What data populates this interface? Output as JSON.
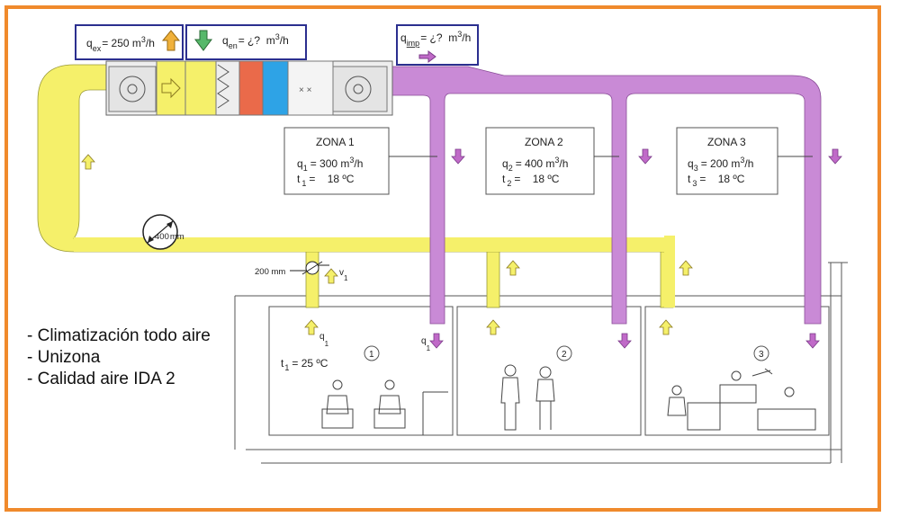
{
  "callouts": {
    "exhaust": {
      "q": "q",
      "sub": "ex",
      "value": "= 250 m",
      "sup": "3",
      "unit": "/h"
    },
    "entry": {
      "q": "q",
      "sub": "en",
      "value": "= ¿?  m",
      "sup": "3",
      "unit": "/h"
    },
    "supply": {
      "q": "q",
      "sub": "imp",
      "value": "= ¿?  m",
      "sup": "3",
      "unit": "/h"
    }
  },
  "zones": [
    {
      "title": "ZONA 1",
      "q_label": "q",
      "q_sub": "1",
      "q_value": "= 300 m",
      "q_sup": "3",
      "q_unit": "/h",
      "t_label": "t",
      "t_sub": "1",
      "t_value": "=    18 ºC"
    },
    {
      "title": "ZONA 2",
      "q_label": "q",
      "q_sub": "2",
      "q_value": "= 400 m",
      "q_sup": "3",
      "q_unit": "/h",
      "t_label": "t",
      "t_sub": "2",
      "t_value": "=    18 ºC"
    },
    {
      "title": "ZONA 3",
      "q_label": "q",
      "q_sub": "3",
      "q_value": "= 200 m",
      "q_sup": "3",
      "q_unit": "/h",
      "t_label": "t",
      "t_sub": "3",
      "t_value": "=    18 ºC"
    }
  ],
  "duct": {
    "diameter_main": "400",
    "diameter_main_unit": "mm",
    "diameter_branch": "200 mm",
    "velocity_label": "v",
    "velocity_sub": "1"
  },
  "room1": {
    "q_label": "q",
    "q_sub": "1",
    "t_label": "t",
    "t_sub": "1",
    "t_value": "= 25 ºC",
    "q_out_label": "q",
    "q_out_sub": "1"
  },
  "room_numbers": [
    "1",
    "2",
    "3"
  ],
  "notes": [
    "- Climatización todo aire",
    "- Unizona",
    "- Calidad aire IDA 2"
  ],
  "colors": {
    "frame": "#f08a2c",
    "return_duct": "#f5f06a",
    "supply_duct": "#c98ad6",
    "callout_border": "#2b2f8f",
    "heater": "#ea6a4a",
    "cooler": "#2ea3e6"
  }
}
